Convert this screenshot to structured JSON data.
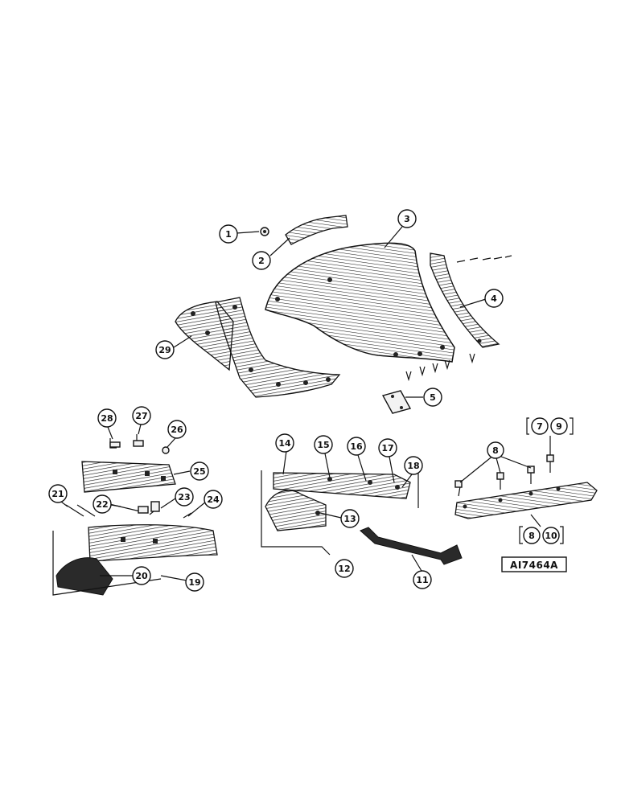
{
  "figure_id": "AI7464A",
  "callouts": {
    "c1": "1",
    "c2": "2",
    "c3": "3",
    "c4": "4",
    "c5": "5",
    "c7": "7",
    "c9": "9",
    "c8a": "8",
    "c8b": "8",
    "c10": "10",
    "c11": "11",
    "c12": "12",
    "c13": "13",
    "c14": "14",
    "c15": "15",
    "c16": "16",
    "c17": "17",
    "c18": "18",
    "c19": "19",
    "c20": "20",
    "c21": "21",
    "c22": "22",
    "c23": "23",
    "c24": "24",
    "c25": "25",
    "c26": "26",
    "c27": "27",
    "c28": "28",
    "c29": "29"
  }
}
